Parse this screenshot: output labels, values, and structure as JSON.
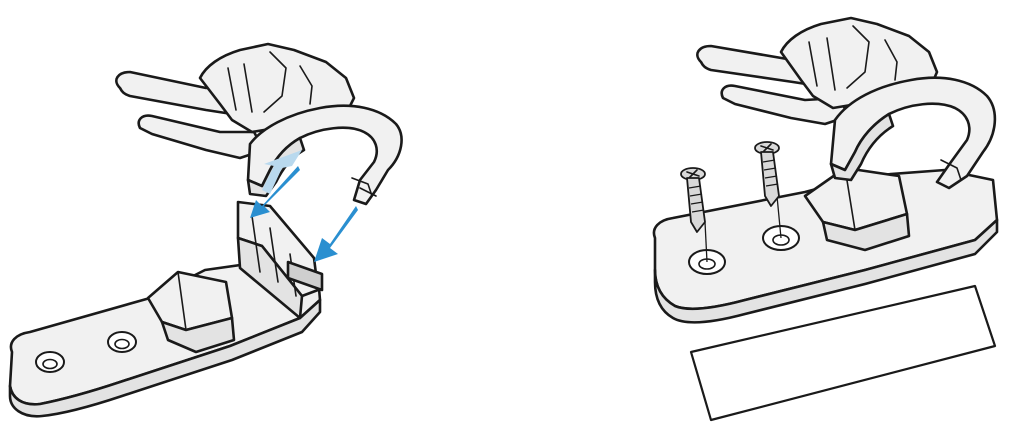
{
  "figure": {
    "panels": [
      {
        "id": "step-attach-clip",
        "arrow_color": "#2a8fd0",
        "arrow_color_faded": "#b9d9ee",
        "arrow_count": 2
      },
      {
        "id": "step-mount",
        "screw_count": 2,
        "mounting_hole_count": 2,
        "adhesive_pad": true
      }
    ]
  }
}
